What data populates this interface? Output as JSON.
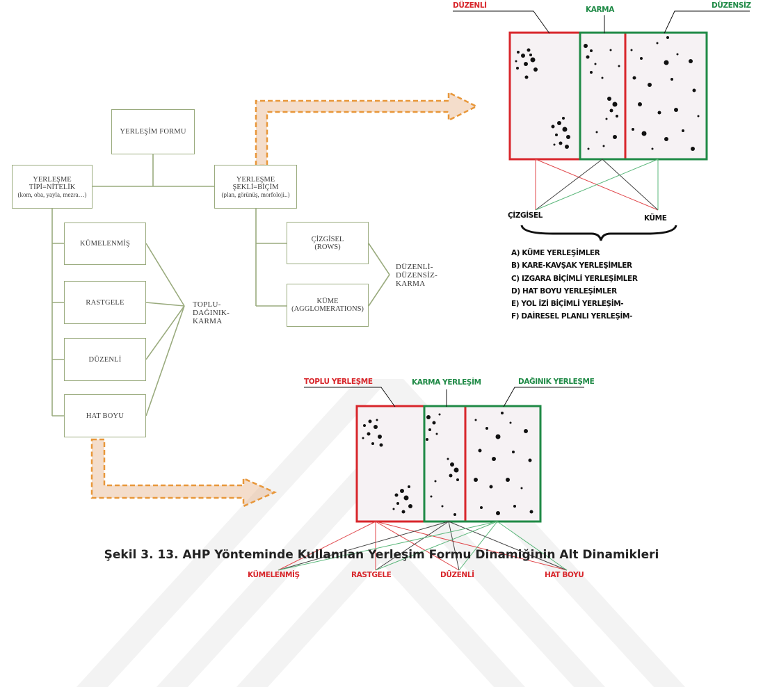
{
  "root": {
    "label": "YERLEŞİM FORMU"
  },
  "type_box": {
    "line1": "YERLEŞME",
    "line2": "TİPİ=NİTELİK",
    "sub": "(kom, oba, yayla, mezra…)"
  },
  "form_box": {
    "line1": "YERLEŞME",
    "line2": "ŞEKLİ=BİÇİM",
    "sub": "(plan, görünüş, morfoloji..)"
  },
  "type_children": [
    "KÜMELENMİŞ",
    "RASTGELE",
    "DÜZENLİ",
    "HAT BOYU"
  ],
  "type_summary": [
    "TOPLU-",
    "DAĞINIK-",
    "KARMA"
  ],
  "form_children": [
    {
      "line1": "ÇİZGİSEL",
      "line2": "(ROWS)"
    },
    {
      "line1": "KÜME",
      "line2": "(AGGLOMERATIONS)"
    }
  ],
  "form_summary": [
    "DÜZENLİ-",
    "DÜZENSİZ-",
    "KARMA"
  ],
  "top_panel": {
    "labels": {
      "left": "DÜZENLİ",
      "middle": "KARMA",
      "right": "DÜZENSİZ"
    },
    "nodes": {
      "left": "ÇİZGİSEL",
      "right": "KÜME"
    },
    "list": [
      "A) KÜME YERLEŞİMLER",
      "B) KARE-KAVŞAK YERLEŞİMLER",
      "C) IZGARA BİÇİMLİ YERLEŞİMLER",
      "D) HAT BOYU YERLEŞİMLER",
      "E) YOL İZİ BİÇİMLİ YERLEŞİM-",
      "F) DAİRESEL PLANLI YERLEŞİM-"
    ]
  },
  "bottom_panel": {
    "labels": {
      "left": "TOPLU YERLEŞME",
      "middle": "KARMA YERLEŞİM",
      "right": "DAĞINIK YERLEŞME"
    },
    "nodes": [
      "KÜMELENMİŞ",
      "RASTGELE",
      "DÜZENLİ",
      "HAT BOYU"
    ]
  },
  "caption": "Şekil 3. 13. AHP Yönteminde Kullanılan Yerleşim Formu Dinamiğinin Alt Dinamikleri",
  "colors": {
    "box_border": "#9aab7e",
    "red": "#d8262b",
    "green": "#1f8a46",
    "arrow": "#e8973a",
    "watermark": "#f3f3f3"
  },
  "icons": [
    "flow-arrow-icon",
    "curly-brace-icon"
  ]
}
